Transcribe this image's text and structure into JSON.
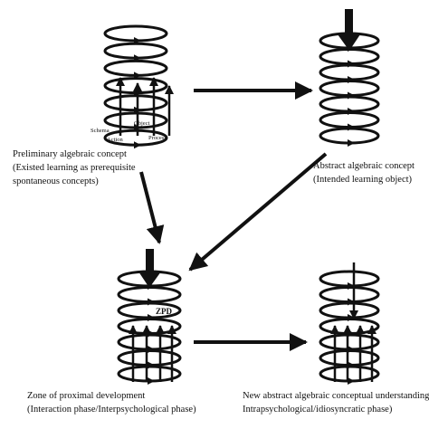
{
  "spirals": {
    "top_left": {
      "labels": {
        "schema": "Schema",
        "object": "Object",
        "action": "Action",
        "process": "Process"
      }
    },
    "bottom_left": {
      "zpd_label": "ZPD"
    }
  },
  "captions": {
    "top_left": [
      "Preliminary algebraic concept",
      "(Existed learning as prerequisite",
      "spontaneous concepts)"
    ],
    "top_right": [
      "Abstract algebraic concept",
      "(Intended learning object)"
    ],
    "bottom_left": [
      "Zone of proximal development",
      "(Interaction phase/Interpsychological phase)"
    ],
    "bottom_right": [
      "New abstract algebraic conceptual understanding",
      "Intrapsychological/idiosyncratic phase)"
    ]
  },
  "colors": {
    "ink": "#111111",
    "background": "#ffffff"
  }
}
